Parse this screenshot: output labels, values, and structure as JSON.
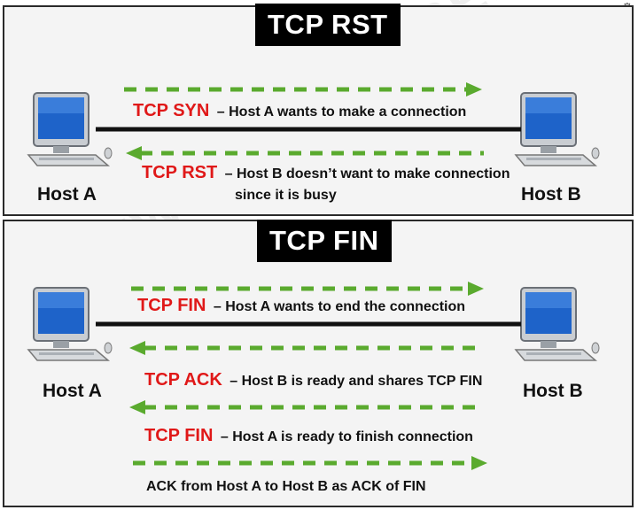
{
  "sections": {
    "rst": {
      "title": "TCP RST",
      "host_a": "Host A",
      "host_b": "Host B",
      "messages": [
        {
          "keyword": "TCP SYN",
          "desc": "– Host A wants to make a connection"
        },
        {
          "keyword": "TCP RST",
          "desc": "– Host B doesn’t want to make connection",
          "sub": "since it is busy"
        }
      ]
    },
    "fin": {
      "title": "TCP FIN",
      "host_a": "Host A",
      "host_b": "Host B",
      "messages": [
        {
          "keyword": "TCP FIN",
          "desc": "– Host A wants to end the connection"
        },
        {
          "keyword": "TCP ACK",
          "desc": "– Host B is ready and shares TCP FIN"
        },
        {
          "keyword": "TCP FIN",
          "desc": "– Host A is ready to finish connection"
        }
      ],
      "final_note": "ACK from Host A to Host B as ACK of FIN"
    }
  },
  "watermark": "WWW.IPWITHEASE.COM",
  "corner_icon": "⚙",
  "colors": {
    "arrow": "#5aaa2e",
    "keyword": "#e01818",
    "title_bg": "#000000",
    "wire": "#111111"
  },
  "icons": {
    "computer": "desktop-computer-icon"
  }
}
